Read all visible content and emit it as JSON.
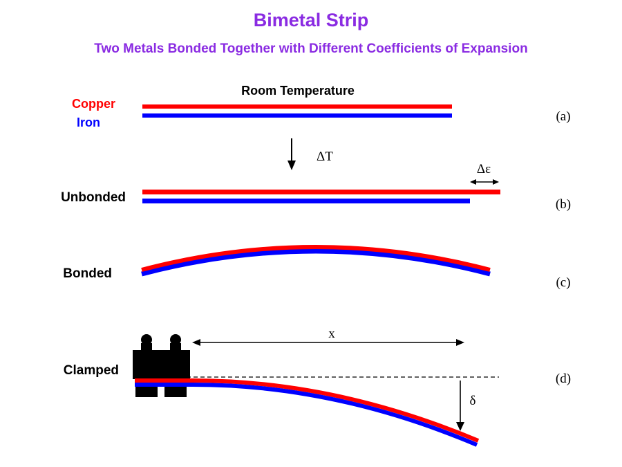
{
  "header": {
    "title": "Bimetal Strip",
    "subtitle": "Two Metals Bonded Together with Different Coefficients of Expansion"
  },
  "colors": {
    "heading": "#8a2be2",
    "copper": "#ff0000",
    "iron": "#0000ff",
    "ink": "#000000"
  },
  "labels": {
    "copper": "Copper",
    "iron": "Iron",
    "room_temperature": "Room Temperature",
    "delta_t": "ΔT",
    "delta_epsilon": "Δε",
    "unbonded": "Unbonded",
    "bonded": "Bonded",
    "clamped": "Clamped",
    "x": "x",
    "delta": "δ"
  },
  "panels": {
    "a": "(a)",
    "b": "(b)",
    "c": "(c)",
    "d": "(d)"
  }
}
